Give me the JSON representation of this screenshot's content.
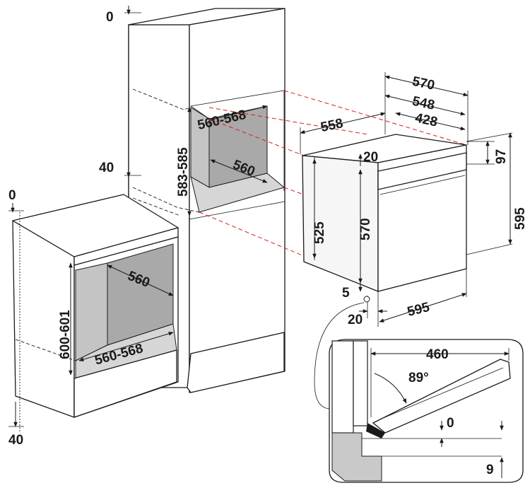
{
  "diagram": {
    "tall_cabinet": {
      "top_gap": "0",
      "bottom_gap": "40",
      "niche_width": "560-568",
      "niche_height": "583-585",
      "niche_depth": "560"
    },
    "base_cabinet": {
      "top_gap": "0",
      "bottom_gap": "40",
      "niche_height": "600-601",
      "niche_depth": "560",
      "niche_width": "560-568"
    },
    "oven": {
      "depth_total": "570",
      "depth_body": "548",
      "depth_inner": "428",
      "width_top": "558",
      "front_top_offset": "20",
      "panel_height": "97",
      "total_height": "595",
      "body_height": "525",
      "door_height": "570",
      "bottom_offset": "5",
      "front_offset": "20",
      "width": "595"
    },
    "detail": {
      "door_open_depth": "460",
      "angle": "89°",
      "gap_top": "0",
      "gap_bottom": "9"
    }
  }
}
